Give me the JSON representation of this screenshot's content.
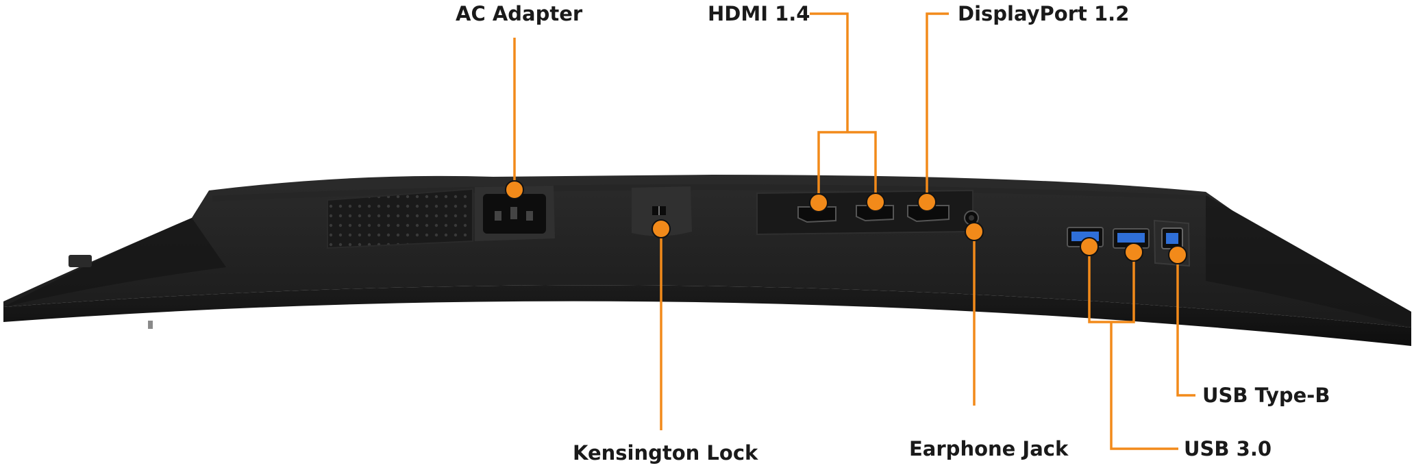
{
  "colors": {
    "accent": "#f28a1a",
    "body": "#1f1f1f",
    "usb3": "#2f6fd8",
    "background": "#ffffff"
  },
  "labels": {
    "ac_adapter": "AC Adapter",
    "hdmi": "HDMI 1.4",
    "displayport": "DisplayPort 1.2",
    "kensington": "Kensington Lock",
    "earphone": "Earphone Jack",
    "usb_type_b": "USB Type-B",
    "usb3": "USB 3.0"
  }
}
